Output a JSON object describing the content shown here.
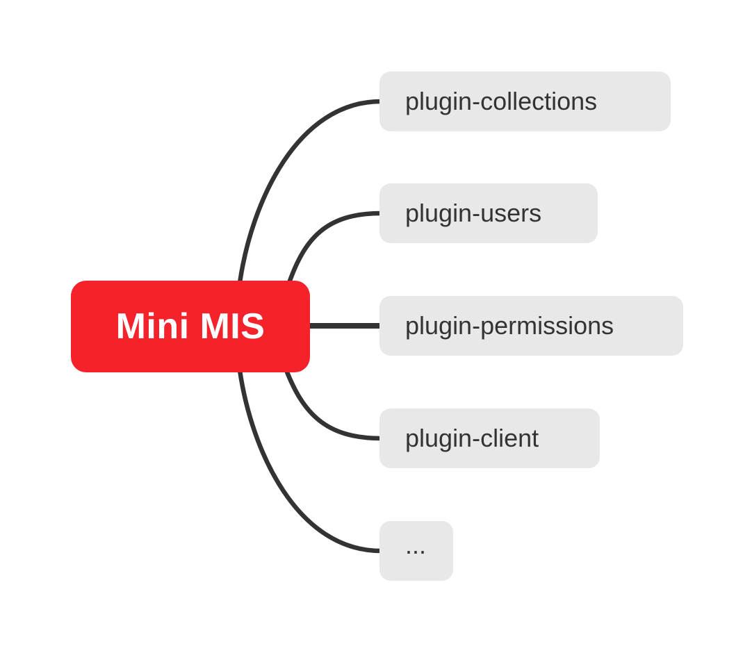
{
  "mindmap": {
    "root": {
      "label": "Mini MIS",
      "bg_color": "#F4222B",
      "text_color": "#FFFFFF"
    },
    "children": [
      {
        "label": "plugin-collections"
      },
      {
        "label": "plugin-users"
      },
      {
        "label": "plugin-permissions"
      },
      {
        "label": "plugin-client"
      },
      {
        "label": "..."
      }
    ],
    "colors": {
      "child_bg": "#E8E8E8",
      "child_text": "#333333",
      "line": "#333333",
      "background": "#FFFFFF"
    }
  }
}
